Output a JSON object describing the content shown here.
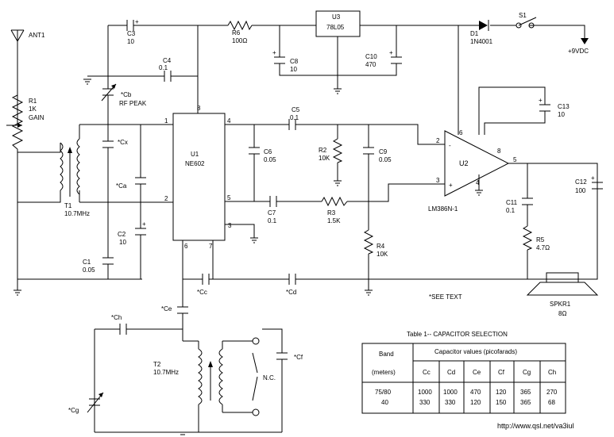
{
  "components": {
    "ant1": "ANT1",
    "r1": [
      "R1",
      "1K",
      "GAIN"
    ],
    "c3": [
      "C3",
      "10"
    ],
    "r6": [
      "R6",
      "100Ω"
    ],
    "u3": [
      "U3",
      "78L05"
    ],
    "d1": [
      "D1",
      "1N4001"
    ],
    "s1": "S1",
    "vdc": "+9VDC",
    "c4": [
      "C4",
      "0.1"
    ],
    "c8": [
      "C8",
      "10"
    ],
    "c10": [
      "C10",
      "470"
    ],
    "cb": [
      "*Cb",
      "RF PEAK"
    ],
    "c13": [
      "C13",
      "10"
    ],
    "c5": [
      "C5",
      "0.1"
    ],
    "cx": "*Cx",
    "u1": [
      "U1",
      "NE602"
    ],
    "c6": [
      "C6",
      "0.05"
    ],
    "r2": [
      "R2",
      "10K"
    ],
    "c9": [
      "C9",
      "0.05"
    ],
    "u2": "U2",
    "ca": "*Ca",
    "c7": [
      "C7",
      "0.1"
    ],
    "r3": [
      "R3",
      "1.5K"
    ],
    "t1": [
      "T1",
      "10.7MHz"
    ],
    "lm386": "LM386N-1",
    "c11": [
      "C11",
      "0.1"
    ],
    "c12": [
      "C12",
      "100"
    ],
    "c2": [
      "C2",
      "10"
    ],
    "r4": [
      "R4",
      "10K"
    ],
    "r5": [
      "R5",
      "4.7Ω"
    ],
    "c1": [
      "C1",
      "0.05"
    ],
    "cc": "*Cc",
    "cd": "*Cd",
    "see_text": "*SEE TEXT",
    "ce": "*Ce",
    "spkr": [
      "SPKR1",
      "8Ω"
    ],
    "ch": "*Ch",
    "cf": "*Cf",
    "t2": [
      "T2",
      "10.7MHz"
    ],
    "nc": "N.C.",
    "cg": "*Cg"
  },
  "pins": {
    "u1_1": "1",
    "u1_2": "2",
    "u1_3": "3",
    "u1_4": "4",
    "u1_5": "5",
    "u1_6": "6",
    "u1_7": "7",
    "u1_8": "8",
    "u2_2": "2",
    "u2_3": "3",
    "u2_4": "4",
    "u2_5": "5",
    "u2_6": "6",
    "u2_8": "8"
  },
  "polarity": {
    "minus": "-",
    "plus": "+"
  },
  "table": {
    "title": "Table 1-- CAPACITOR SELECTION",
    "band_header": "Band",
    "meters_header": "(meters)",
    "cap_header": "Capacitor values (picofarads)",
    "columns": [
      "Cc",
      "Cd",
      "Ce",
      "Cf",
      "Cg",
      "Ch"
    ],
    "rows": [
      {
        "band": "75/80",
        "values": [
          "1000",
          "1000",
          "470",
          "120",
          "365",
          "270"
        ]
      },
      {
        "band": "40",
        "values": [
          "330",
          "330",
          "120",
          "150",
          "365",
          "68"
        ]
      }
    ]
  },
  "url": "http://www.qsl.net/va3iul"
}
